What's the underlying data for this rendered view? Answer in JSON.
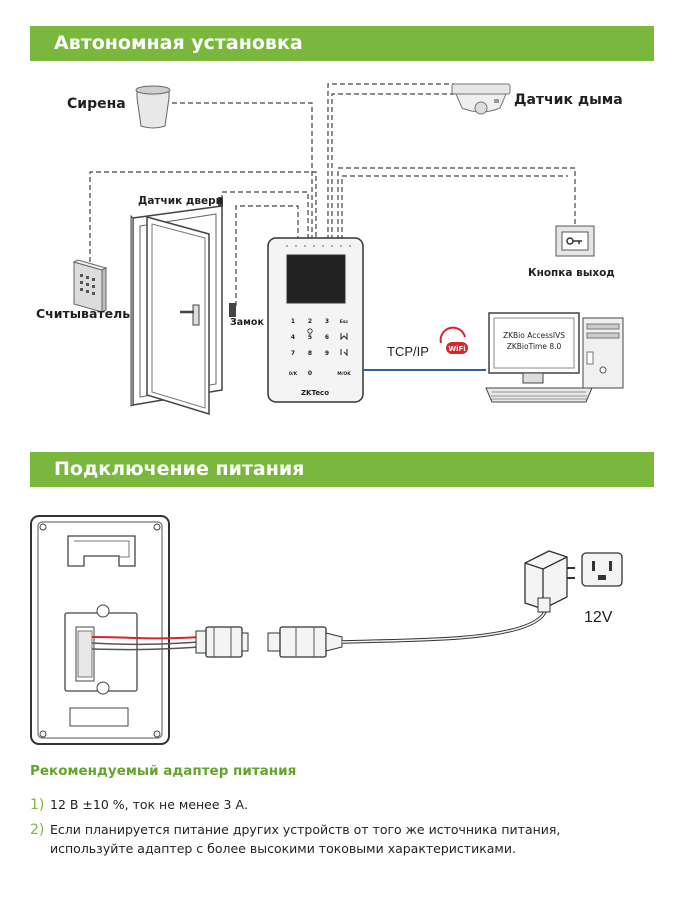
{
  "sections": {
    "standalone_title": "Автономная установка",
    "power_title": "Подключение питания"
  },
  "diagram1": {
    "siren": "Сирена",
    "smoke_detector": "Датчик дыма",
    "door_sensor": "Датчик двери",
    "exit_button": "Кнопка выход",
    "reader": "Считыватель",
    "lock": "Замок",
    "tcpip": "TCP/IP",
    "wifi": "WiFi",
    "pc_line1": "ZKBio AccessIVS",
    "pc_line2": "ZKBioTime 8.0",
    "device_brand": "ZKTeco",
    "keypad": [
      "1",
      "2",
      "3",
      "Esc",
      "4",
      "5",
      "6",
      "",
      "7",
      "8",
      "9",
      "",
      "0/K",
      "0",
      "",
      "M/OK"
    ]
  },
  "diagram2": {
    "voltage": "12V"
  },
  "adapter": {
    "heading": "Рекомендуемый адаптер питания",
    "items": [
      {
        "num": "1)",
        "text": "12 В ±10 %, ток не менее 3 А."
      },
      {
        "num": "2)",
        "text": "Если планируется питание других устройств от того же источника питания, используйте адаптер с более высокими токовыми характеристиками."
      }
    ]
  },
  "colors": {
    "banner_green": "#7ab83d",
    "subheading_green": "#63a52c",
    "network_blue": "#2a5ea8",
    "wire_red": "#d7262b"
  }
}
